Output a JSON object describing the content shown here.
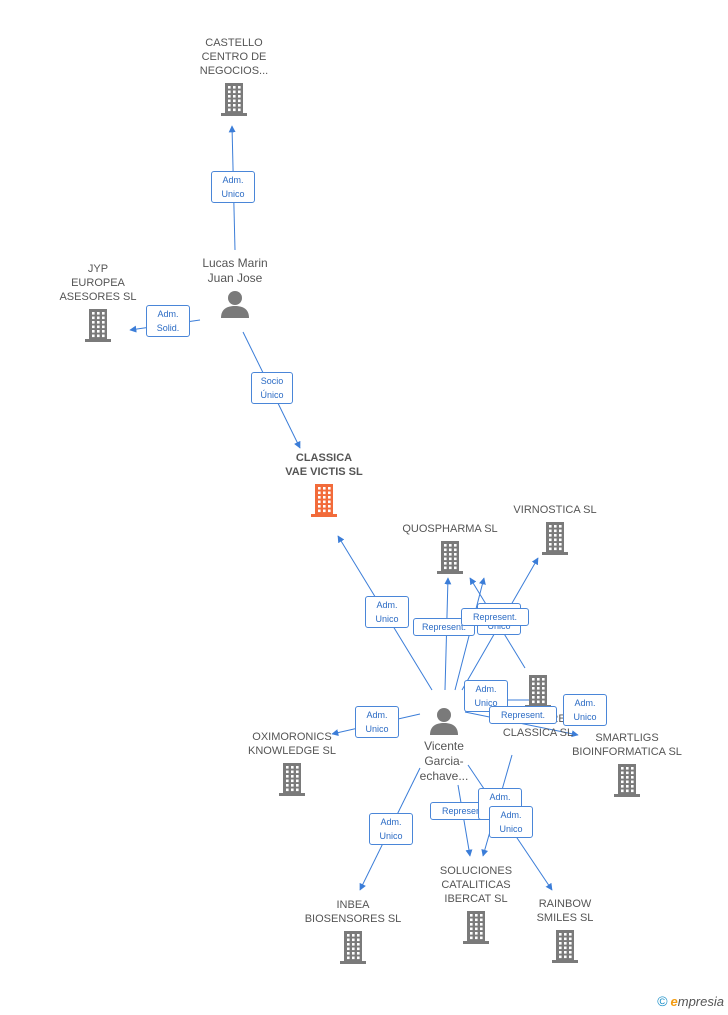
{
  "colors": {
    "edge": "#3b7dd8",
    "building": "#7a7a7a",
    "focus_building": "#f26b3a",
    "person": "#7a7a7a",
    "label_border": "#4a86d8",
    "label_text": "#2b6bc4"
  },
  "nodes": [
    {
      "id": "castello",
      "type": "company",
      "label": "CASTELLO\nCENTRO DE\nNEGOCIOS...",
      "icon": "building-icon"
    },
    {
      "id": "jyp",
      "type": "company",
      "label": "JYP\nEUROPEA\nASESORES SL",
      "icon": "building-icon"
    },
    {
      "id": "lucas",
      "type": "person",
      "label": "Lucas Marin\nJuan Jose",
      "icon": "person-icon"
    },
    {
      "id": "classica",
      "type": "company",
      "label": "CLASSICA\nVAE VICTIS SL",
      "icon": "building-icon",
      "focus": true
    },
    {
      "id": "quospharma",
      "type": "company",
      "label": "QUOSPHARMA SL",
      "icon": "building-icon"
    },
    {
      "id": "virnostica",
      "type": "company",
      "label": "VIRNOSTICA SL",
      "icon": "building-icon"
    },
    {
      "id": "echave",
      "type": "company",
      "label": "ECHAVE RES\nCLASSICA SL",
      "icon": "building-icon"
    },
    {
      "id": "oximoronics",
      "type": "company",
      "label": "OXIMORONICS\nKNOWLEDGE SL",
      "icon": "building-icon"
    },
    {
      "id": "vicente",
      "type": "person",
      "label": "Vicente\nGarcia-\nechave...",
      "icon": "person-icon"
    },
    {
      "id": "smartligs",
      "type": "company",
      "label": "SMARTLIGS\nBIOINFORMATICA SL",
      "icon": "building-icon"
    },
    {
      "id": "inbea",
      "type": "company",
      "label": "INBEA\nBIOSENSORES SL",
      "icon": "building-icon"
    },
    {
      "id": "soluciones",
      "type": "company",
      "label": "SOLUCIONES\nCATALITICAS\nIBERCAT SL",
      "icon": "building-icon"
    },
    {
      "id": "rainbow",
      "type": "company",
      "label": "RAINBOW\nSMILES SL",
      "icon": "building-icon"
    }
  ],
  "edge_labels": [
    {
      "id": "e1",
      "text": "Adm.\nUnico"
    },
    {
      "id": "e2",
      "text": "Adm.\nSolid."
    },
    {
      "id": "e3",
      "text": "Socio\nÚnico"
    },
    {
      "id": "e4",
      "text": "Adm.\nUnico"
    },
    {
      "id": "e5",
      "text": "Represent."
    },
    {
      "id": "e6",
      "text": "Adm.\nUnico"
    },
    {
      "id": "e7",
      "text": "Represent."
    },
    {
      "id": "e8",
      "text": "Adm.\nUnico"
    },
    {
      "id": "e9",
      "text": "Represent."
    },
    {
      "id": "e10",
      "text": "Adm.\nUnico"
    },
    {
      "id": "e11",
      "text": "Adm.\nUnico"
    },
    {
      "id": "e12",
      "text": "Adm.\nUnico"
    },
    {
      "id": "e13",
      "text": "Represent."
    },
    {
      "id": "e14",
      "text": "Adm.\nUnico"
    },
    {
      "id": "e15",
      "text": "Adm.\nUnico"
    }
  ],
  "footer": {
    "copyright": "©",
    "brand_e": "e",
    "brand_rest": "mpresia"
  }
}
